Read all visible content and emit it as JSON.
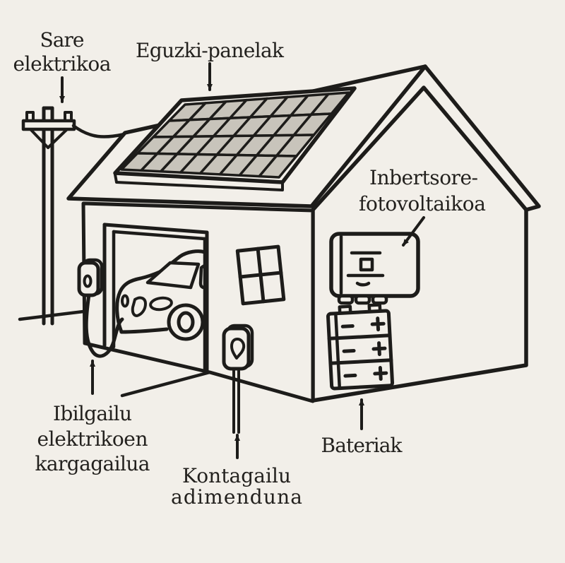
{
  "colors": {
    "background": "#f2efe9",
    "ink": "#1d1c1a",
    "panel_cell": "#c8c4bb"
  },
  "solar_panel": {
    "rows": 4,
    "cols": 8
  },
  "labels": {
    "grid": {
      "line1": "Sare",
      "line2": "elektrikoa"
    },
    "solar_panels": {
      "line1": "Eguzki-panelak"
    },
    "inverter": {
      "line1": "Inbertsore-",
      "line2": "fotovoltaikoa"
    },
    "ev_charger": {
      "line1": "Ibilgailu",
      "line2": "elektrikoen",
      "line3": "kargagailua"
    },
    "smart_meter": {
      "line1": "Kontagailu",
      "line2": "adimenduna"
    },
    "batteries": {
      "line1": "Bateriak"
    }
  }
}
